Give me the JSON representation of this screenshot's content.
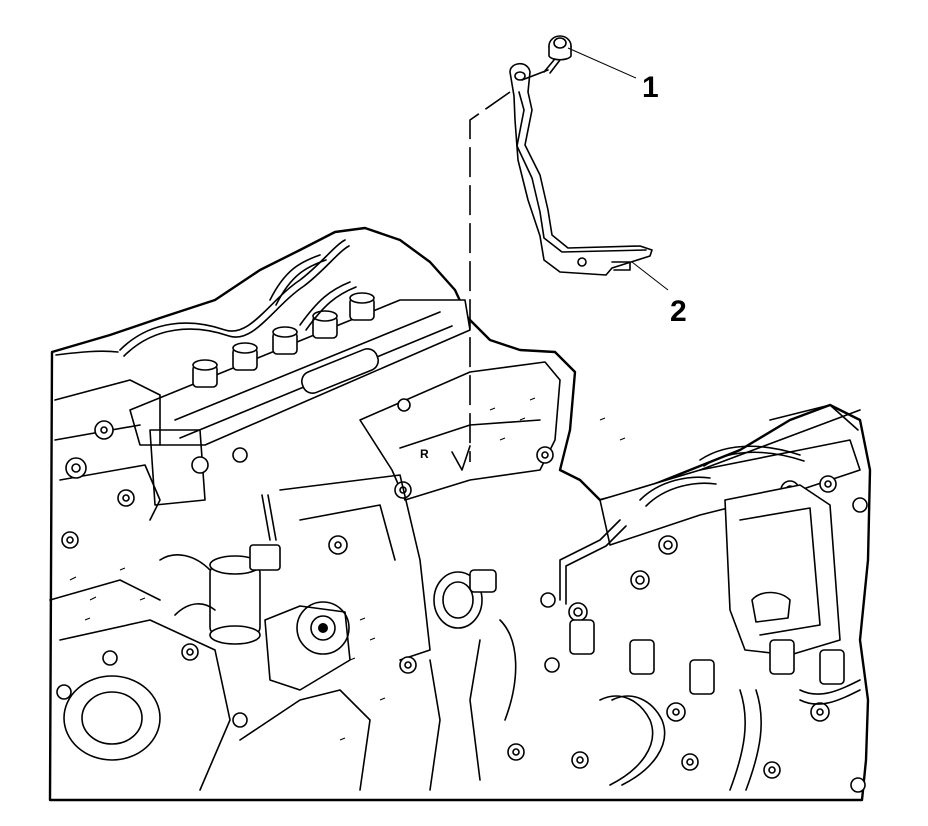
{
  "callouts": [
    {
      "label": "1"
    },
    {
      "label": "2"
    }
  ],
  "engine_marks": {
    "side_letter": "R"
  },
  "colors": {
    "line": "#000000",
    "background": "#ffffff"
  }
}
